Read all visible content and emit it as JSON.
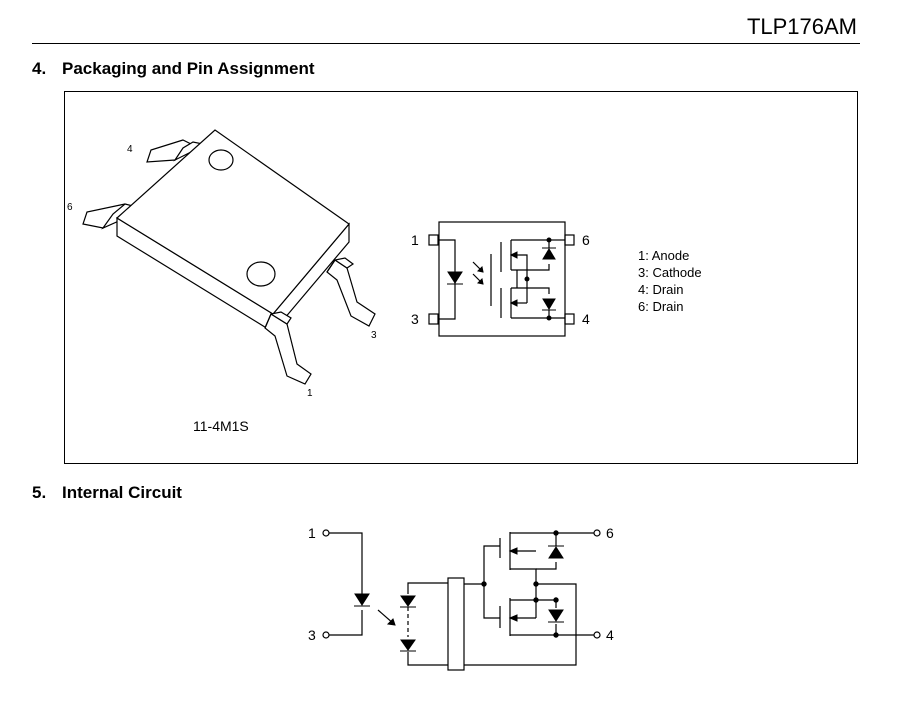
{
  "header": {
    "doc_id": "TLP176AM"
  },
  "section4": {
    "number": "4.",
    "title": "Packaging and Pin Assignment",
    "package": {
      "pin_labels": {
        "p4": "4",
        "p6": "6",
        "p3": "3",
        "p1": "1"
      },
      "code": "11-4M1S"
    },
    "schematic": {
      "pin_labels": {
        "p1": "1",
        "p3": "3",
        "p6": "6",
        "p4": "4"
      }
    },
    "legend": [
      "1: Anode",
      "3: Cathode",
      "4: Drain",
      "6: Drain"
    ]
  },
  "section5": {
    "number": "5.",
    "title": "Internal Circuit",
    "pin_labels": {
      "p1": "1",
      "p3": "3",
      "p6": "6",
      "p4": "4"
    }
  }
}
